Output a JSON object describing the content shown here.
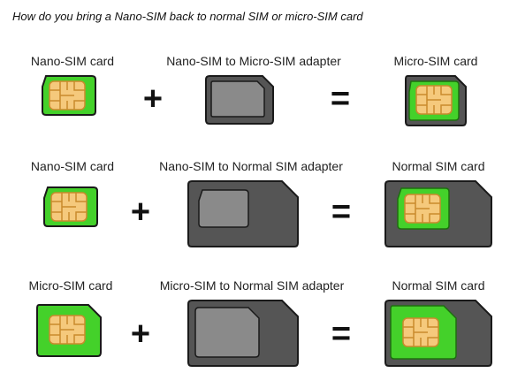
{
  "title": "How do you bring a Nano-SIM back to normal SIM or micro-SIM card",
  "colors": {
    "chip_fill": "#f5c97c",
    "chip_line": "#c98a2c",
    "green": "#44d12a",
    "green_border": "#1e6e10",
    "adapter_body": "#555555",
    "adapter_slot": "#8a8a8a",
    "outline": "#1a1a1a"
  },
  "rows": [
    {
      "labels": [
        "Nano-SIM card",
        "Nano-SIM to Micro-SIM adapter",
        "Micro-SIM card"
      ],
      "operators": [
        "+",
        "="
      ]
    },
    {
      "labels": [
        "Nano-SIM card",
        "Nano-SIM to Normal SIM adapter",
        "Normal SIM card"
      ],
      "operators": [
        "+",
        "="
      ]
    },
    {
      "labels": [
        "Micro-SIM card",
        "Micro-SIM to Normal SIM adapter",
        "Normal SIM card"
      ],
      "operators": [
        "+",
        "="
      ]
    }
  ]
}
